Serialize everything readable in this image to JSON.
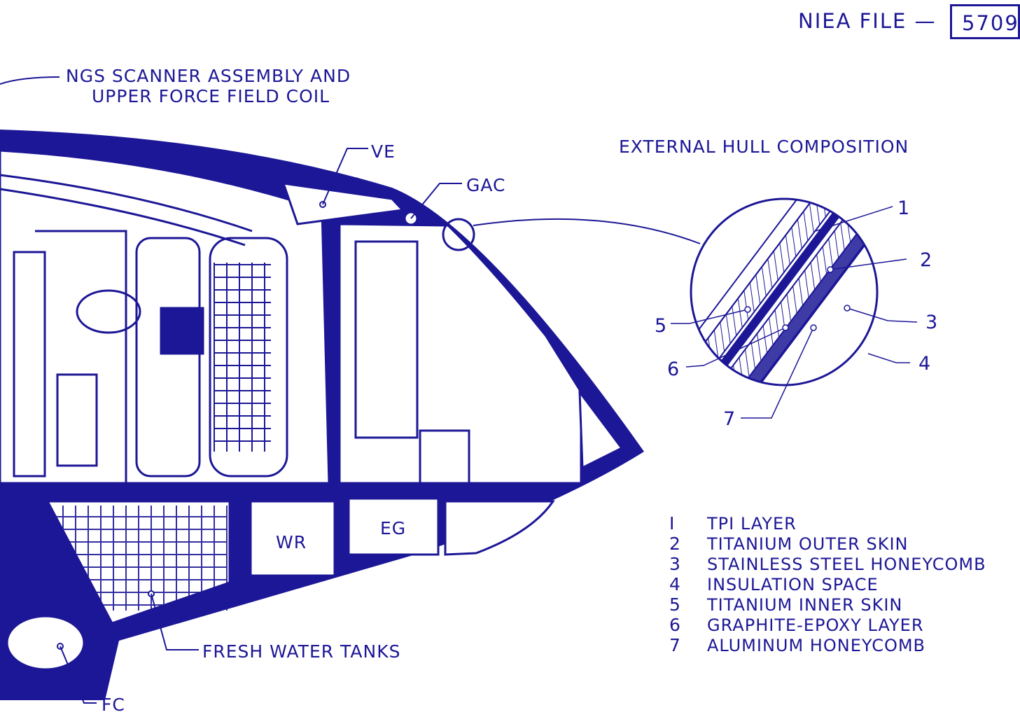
{
  "header": {
    "file_label": "NIEA FILE —",
    "file_number": "5709"
  },
  "callouts": {
    "ngs_line1": "NGS SCANNER ASSEMBLY AND",
    "ngs_line2": "UPPER FORCE FIELD COIL",
    "ve": "VE",
    "gac": "GAC",
    "wr": "WR",
    "eg": "EG",
    "fresh_water": "FRESH WATER TANKS",
    "fc": "FC"
  },
  "hull_detail": {
    "title": "EXTERNAL HULL COMPOSITION",
    "layer_numbers": [
      "1",
      "2",
      "3",
      "4",
      "5",
      "6",
      "7"
    ]
  },
  "legend": [
    {
      "num": "I",
      "text": "TPI LAYER"
    },
    {
      "num": "2",
      "text": "TITANIUM OUTER SKIN"
    },
    {
      "num": "3",
      "text": "STAINLESS STEEL HONEYCOMB"
    },
    {
      "num": "4",
      "text": "INSULATION SPACE"
    },
    {
      "num": "5",
      "text": "TITANIUM INNER SKIN"
    },
    {
      "num": "6",
      "text": "GRAPHITE-EPOXY LAYER"
    },
    {
      "num": "7",
      "text": "ALUMINUM HONEYCOMB"
    }
  ],
  "colors": {
    "ink": "#1c1796",
    "paper": "#ffffff"
  }
}
